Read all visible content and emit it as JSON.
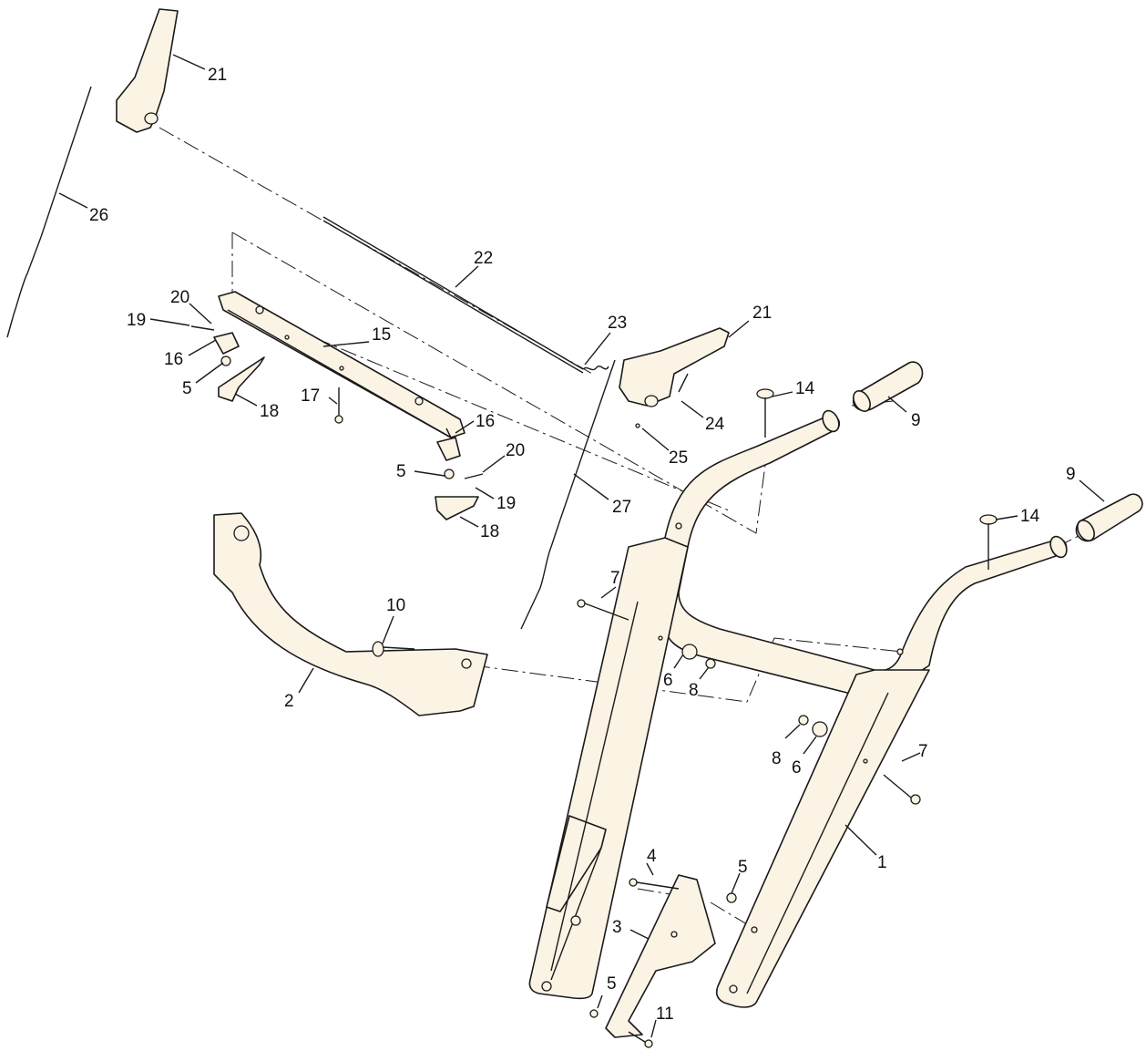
{
  "colors": {
    "part_fill": "#fbf3e4",
    "outline": "#1a1a1a",
    "background": "#ffffff"
  },
  "callouts": {
    "c1": "1",
    "c2": "2",
    "c3": "3",
    "c4": "4",
    "c5a": "5",
    "c5b": "5",
    "c5c": "5",
    "c5d": "5",
    "c6a": "6",
    "c6b": "6",
    "c7a": "7",
    "c7b": "7",
    "c8a": "8",
    "c8b": "8",
    "c9a": "9",
    "c9b": "9",
    "c10": "10",
    "c11": "11",
    "c14a": "14",
    "c14b": "14",
    "c15": "15",
    "c16a": "16",
    "c16b": "16",
    "c17": "17",
    "c18a": "18",
    "c18b": "18",
    "c19a": "19",
    "c19b": "19",
    "c20a": "20",
    "c20b": "20",
    "c21a": "21",
    "c21b": "21",
    "c22": "22",
    "c23": "23",
    "c24": "24",
    "c25": "25",
    "c26": "26",
    "c27": "27"
  }
}
